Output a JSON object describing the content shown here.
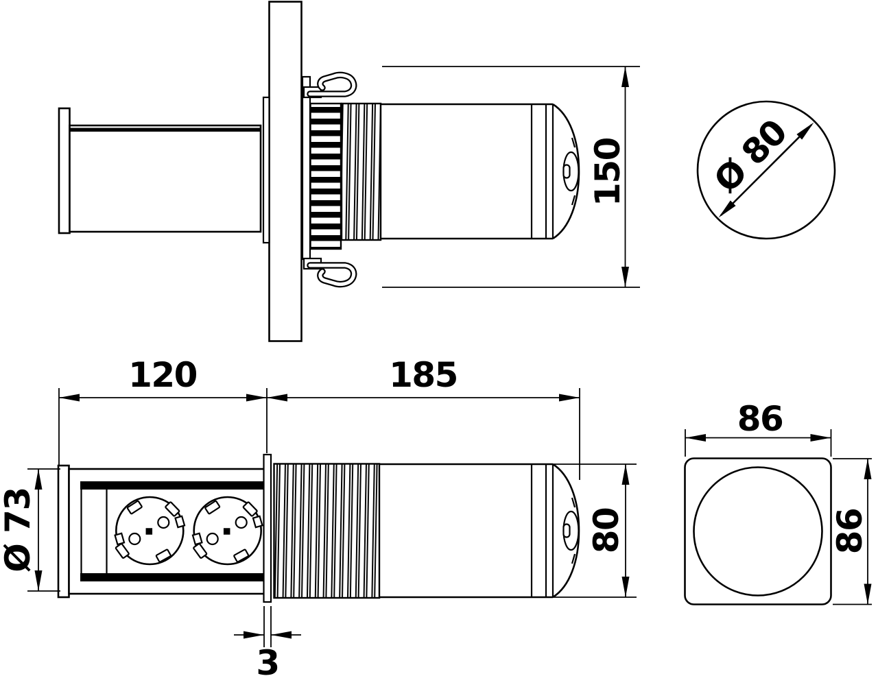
{
  "colors": {
    "background": "#ffffff",
    "line": "#000000"
  },
  "views": {
    "side_installed": {
      "dim_height": "150"
    },
    "front_circle": {
      "dim_diameter": "Ø 80"
    },
    "section_extended": {
      "dim_housing_length": "120",
      "dim_extended_length": "185",
      "dim_flange_diameter": "Ø 73",
      "dim_body_diameter": "80",
      "dim_flange_thickness": "3"
    },
    "faceplate": {
      "dim_width": "86",
      "dim_height": "86"
    }
  }
}
